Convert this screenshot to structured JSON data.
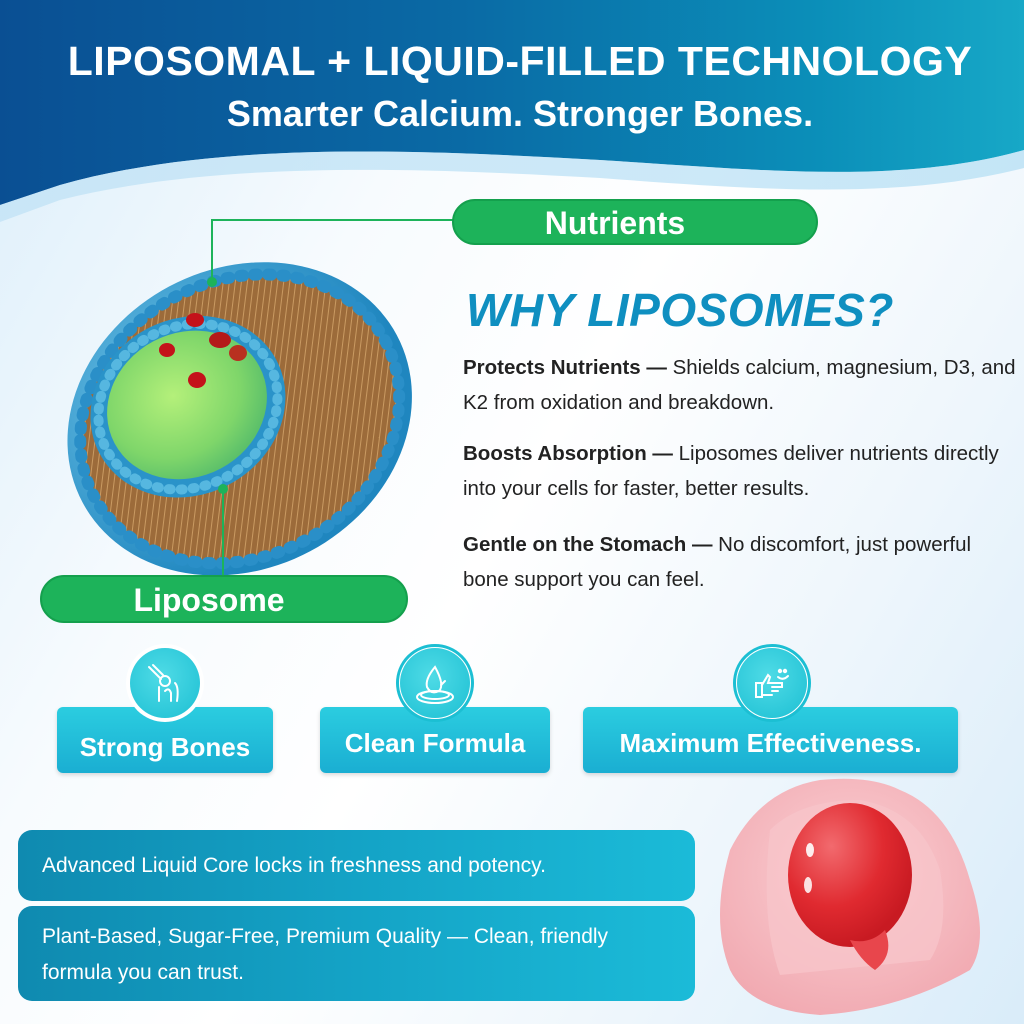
{
  "header": {
    "title": "LIPOSOMAL + LIQUID-FILLED TECHNOLOGY",
    "subtitle": "Smarter Calcium. Stronger Bones.",
    "colors": {
      "dark_blue": "#0a4f93",
      "teal": "#17a8c7"
    }
  },
  "diagram": {
    "nutrients_label": "Nutrients",
    "liposome_label": "Liposome",
    "pill_color": "#1db35a",
    "illustration": "liposome-cross-section"
  },
  "why": {
    "title": "WHY LIPOSOMES?",
    "title_color": "#0f8fc0",
    "benefits": [
      {
        "heading": "Protects Nutrients —",
        "text": " Shields calcium, magnesium, D3, and K2 from oxidation and breakdown."
      },
      {
        "heading": "Boosts Absorption —",
        "text": " Liposomes deliver nutrients directly into your cells for faster, better results."
      },
      {
        "heading": "Gentle on the Stomach —",
        "text": " No discomfort, just powerful bone support you can feel."
      }
    ]
  },
  "features": [
    {
      "label": "Strong Bones",
      "icon": "bone-joint-icon"
    },
    {
      "label": "Clean Formula",
      "icon": "water-drop-leaf-icon"
    },
    {
      "label": "Maximum Effectiveness.",
      "icon": "thumbs-up-smile-icon"
    }
  ],
  "info_panels": [
    {
      "text": "Advanced Liquid Core locks in freshness and potency."
    },
    {
      "text": "Plant-Based, Sugar-Free, Premium Quality — Clean, friendly formula you can trust."
    }
  ],
  "product_image": "liquid-filled-gummy"
}
